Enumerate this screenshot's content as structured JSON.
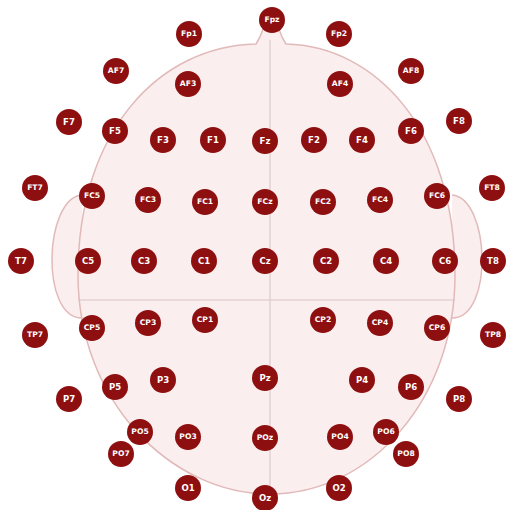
{
  "diagram": {
    "nodes": [
      {
        "text": [
          "Fp1"
        ]
      },
      {
        "text": [
          "Fpz"
        ]
      },
      {
        "text": [
          "Fp2"
        ]
      },
      {
        "text": [
          "AF7"
        ]
      },
      {
        "text": [
          "AF3"
        ]
      },
      {
        "text": [
          "AF4"
        ]
      },
      {
        "text": [
          "AF8"
        ]
      },
      {
        "text": [
          "F7"
        ]
      },
      {
        "text": [
          "F5"
        ]
      },
      {
        "text": [
          "F3"
        ]
      },
      {
        "text": [
          "F1"
        ]
      },
      {
        "text": [
          "Fz"
        ]
      },
      {
        "text": [
          "F2"
        ]
      },
      {
        "text": [
          "F4"
        ]
      },
      {
        "text": [
          "F6"
        ]
      },
      {
        "text": [
          "F8"
        ]
      },
      {
        "text": [
          "FT7"
        ]
      },
      {
        "text": [
          "FC5"
        ]
      },
      {
        "text": [
          "FC3"
        ]
      },
      {
        "text": [
          "FC1"
        ]
      },
      {
        "text": [
          "FCz"
        ]
      },
      {
        "text": [
          "FC2"
        ]
      },
      {
        "text": [
          "FC4"
        ]
      },
      {
        "text": [
          "FC6"
        ]
      },
      {
        "text": [
          "FT8"
        ]
      },
      {
        "text": [
          "T7"
        ]
      },
      {
        "text": [
          "C5"
        ]
      },
      {
        "text": [
          "C3"
        ]
      },
      {
        "text": [
          "C1"
        ]
      },
      {
        "text": [
          "Cz"
        ]
      },
      {
        "text": [
          "C2"
        ]
      },
      {
        "text": [
          "C4"
        ]
      },
      {
        "text": [
          "C6"
        ]
      },
      {
        "text": [
          "T8"
        ]
      },
      {
        "text": [
          "TP7"
        ]
      },
      {
        "text": [
          "CP5"
        ]
      },
      {
        "text": [
          "CP3"
        ]
      },
      {
        "text": [
          "CP1"
        ]
      },
      {
        "text": [
          "CP2"
        ]
      },
      {
        "text": [
          "CP4"
        ]
      },
      {
        "text": [
          "CP6"
        ]
      },
      {
        "text": [
          "TP8"
        ]
      },
      {
        "text": [
          "P7"
        ]
      },
      {
        "text": [
          "P5"
        ]
      },
      {
        "text": [
          "P3"
        ]
      },
      {
        "text": [
          "Pz"
        ]
      },
      {
        "text": [
          "P4"
        ]
      },
      {
        "text": [
          "P6"
        ]
      },
      {
        "text": [
          "P8"
        ]
      },
      {
        "text": [
          "PO7"
        ]
      },
      {
        "text": [
          "PO5"
        ]
      },
      {
        "text": [
          "PO3"
        ]
      },
      {
        "text": [
          "POz"
        ]
      },
      {
        "text": [
          "PO4"
        ]
      },
      {
        "text": [
          "PO6"
        ]
      },
      {
        "text": [
          "PO8"
        ]
      },
      {
        "text": [
          "O1"
        ]
      },
      {
        "text": [
          "Oz"
        ]
      },
      {
        "text": [
          "O2"
        ]
      }
    ]
  }
}
